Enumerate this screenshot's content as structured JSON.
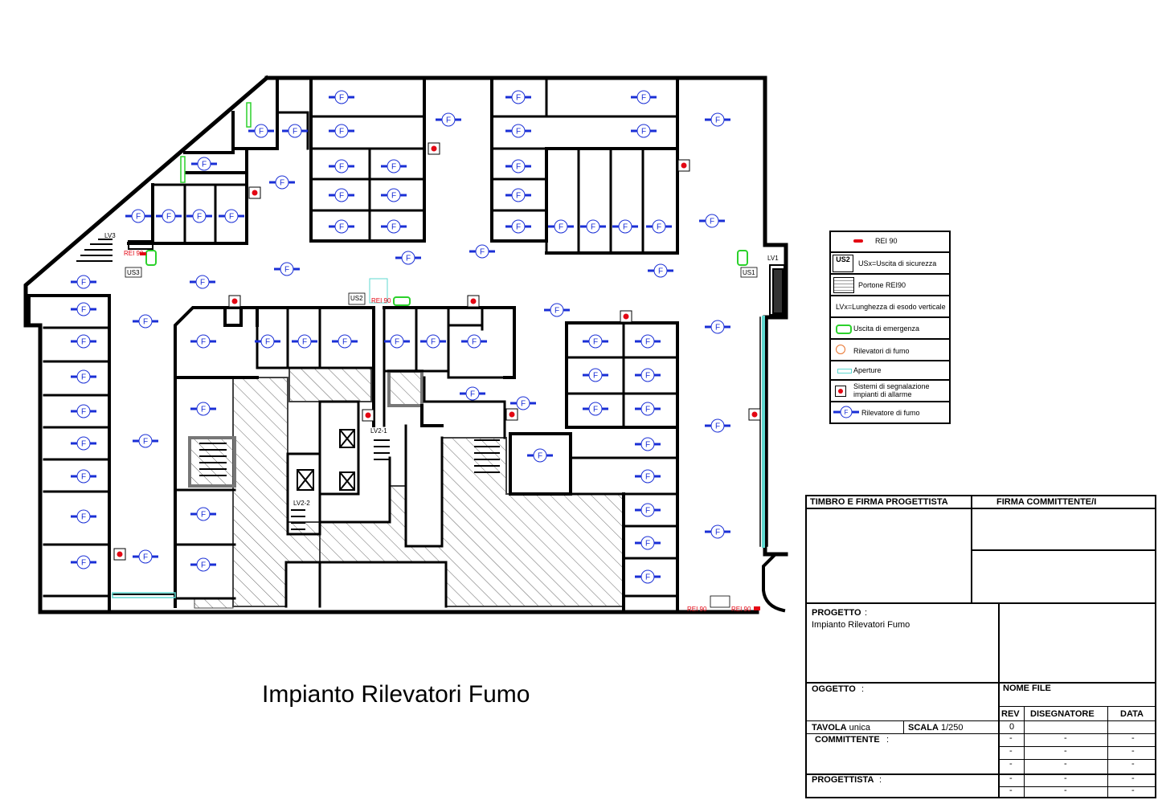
{
  "drawing_title": "Impianto Rilevatori Fumo",
  "plan": {
    "detector_letter": "F",
    "labels": {
      "lv3": "LV3",
      "lv1": "LV1",
      "us3": "US3",
      "us2": "US2",
      "us1": "US1",
      "lv2_1": "LV2-1",
      "lv2_2": "LV2-2",
      "rei_left": "REI 90",
      "rei_center": "REI 90",
      "rei_bottom1": "REI 90",
      "rei_bottom2": "REI 90"
    },
    "colors": {
      "wall": "#000000",
      "detector": "#1a2fd6",
      "alarm": "#e30613",
      "exit": "#2bd12b",
      "opening": "#5fd8d0",
      "hatch": "#555555"
    }
  },
  "legend": {
    "items": [
      {
        "label": "REI 90",
        "symbol": "rei-door-icon"
      },
      {
        "label": "USx=Uscita di sicurezza",
        "symbol": "exit-sign-icon",
        "tag": "US2"
      },
      {
        "label": "Portone REI90",
        "symbol": "fire-door-sign-icon"
      },
      {
        "label": "LVx=Lunghezza di esodo verticale",
        "symbol": "none"
      },
      {
        "label": "Uscita di emergenza",
        "symbol": "emergency-exit-icon"
      },
      {
        "label": "Rilevatori di fumo",
        "symbol": "smoke-detector-circle-icon"
      },
      {
        "label": "Aperture",
        "symbol": "opening-icon"
      },
      {
        "label": "Sistemi di segnalazione impianti di allarme",
        "symbol": "alarm-point-icon"
      },
      {
        "label": "Rilevatore di fumo",
        "symbol": "smoke-detector-icon"
      }
    ]
  },
  "title_block": {
    "timbro": "TIMBRO E FIRMA PROGETTISTA",
    "firma": "FIRMA COMMITTENTE/I",
    "progetto_label": "PROGETTO",
    "progetto_value": "Impianto Rilevatori Fumo",
    "oggetto_label": "OGGETTO",
    "nome_file": "NOME FILE",
    "rev": "REV",
    "disegnatore": "DISEGNATORE",
    "data": "DATA",
    "tavola_label": "TAVOLA",
    "tavola_value": "unica",
    "scala_label": "SCALA",
    "scala_value": "1/250",
    "rev0": "0",
    "committente_label": "COMMITTENTE",
    "progettista_label": "PROGETTISTA",
    "dash": "-"
  }
}
